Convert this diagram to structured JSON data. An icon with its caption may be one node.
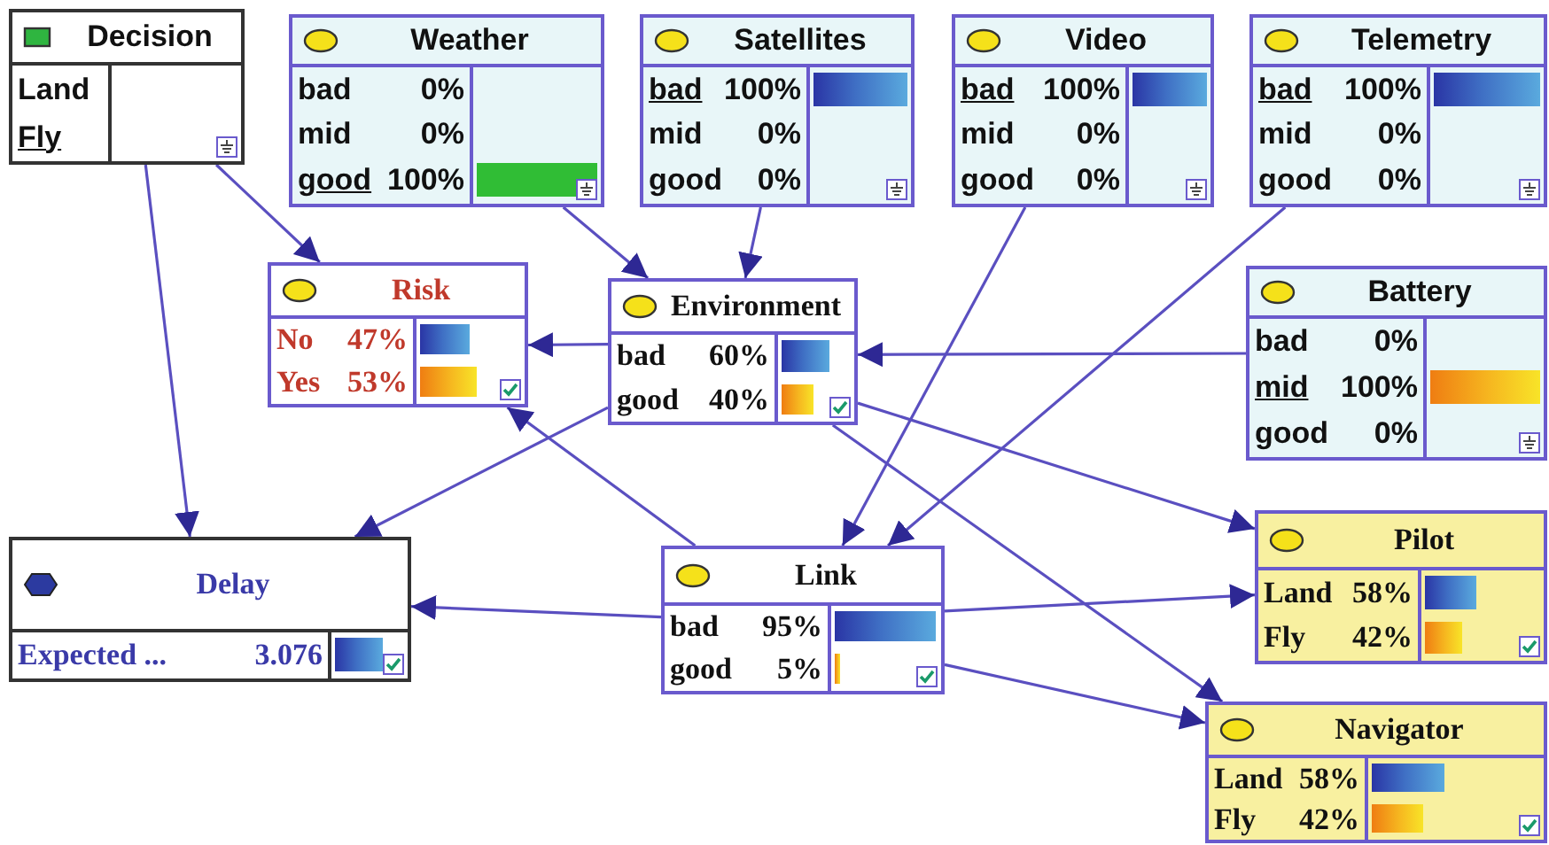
{
  "diagram": {
    "nodes": [
      {
        "text": [
          "Decision",
          "Land",
          "Fly"
        ]
      },
      {
        "text": [
          "Weather",
          "bad",
          "0%",
          "mid",
          "0%",
          "good",
          "100%"
        ]
      },
      {
        "text": [
          "Satellites",
          "bad",
          "100%",
          "mid",
          "0%",
          "good",
          "0%"
        ]
      },
      {
        "text": [
          "Video",
          "bad",
          "100%",
          "mid",
          "0%",
          "good",
          "0%"
        ]
      },
      {
        "text": [
          "Telemetry",
          "bad",
          "100%",
          "mid",
          "0%",
          "good",
          "0%"
        ]
      },
      {
        "text": [
          "Risk",
          "No",
          "47%",
          "Yes",
          "53%"
        ]
      },
      {
        "text": [
          "Environment",
          "bad",
          "60%",
          "good",
          "40%"
        ]
      },
      {
        "text": [
          "Battery",
          "bad",
          "0%",
          "mid",
          "100%",
          "good",
          "0%"
        ]
      },
      {
        "text": [
          "Delay",
          "Expected ...",
          "3.076"
        ]
      },
      {
        "text": [
          "Link",
          "bad",
          "95%",
          "good",
          "5%"
        ]
      },
      {
        "text": [
          "Pilot",
          "Land",
          "58%",
          "Fly",
          "42%"
        ]
      },
      {
        "text": [
          "Navigator",
          "Land",
          "58%",
          "Fly",
          "42%"
        ]
      }
    ],
    "edges": [
      {
        "from": 0,
        "to": 5,
        "arrow": "to"
      },
      {
        "from": 0,
        "to": 8,
        "arrow": "to"
      },
      {
        "from": 1,
        "to": 6,
        "arrow": "to"
      },
      {
        "from": 2,
        "to": 6,
        "arrow": "to"
      },
      {
        "from": 6,
        "to": 5,
        "arrow": "to"
      },
      {
        "from": 7,
        "to": 6,
        "arrow": "to"
      },
      {
        "from": 6,
        "to": 8,
        "arrow": "to"
      },
      {
        "from": 9,
        "to": 5,
        "arrow": "to"
      },
      {
        "from": 3,
        "to": 9,
        "arrow": "to"
      },
      {
        "from": 4,
        "to": 9,
        "arrow": "to"
      },
      {
        "from": 6,
        "to": 10,
        "arrow": "to"
      },
      {
        "from": 6,
        "to": 11,
        "arrow": "to"
      },
      {
        "from": 9,
        "to": 8,
        "arrow": "to"
      },
      {
        "from": 9,
        "to": 10,
        "arrow": "to"
      },
      {
        "from": 9,
        "to": 11,
        "arrow": "to"
      }
    ]
  }
}
